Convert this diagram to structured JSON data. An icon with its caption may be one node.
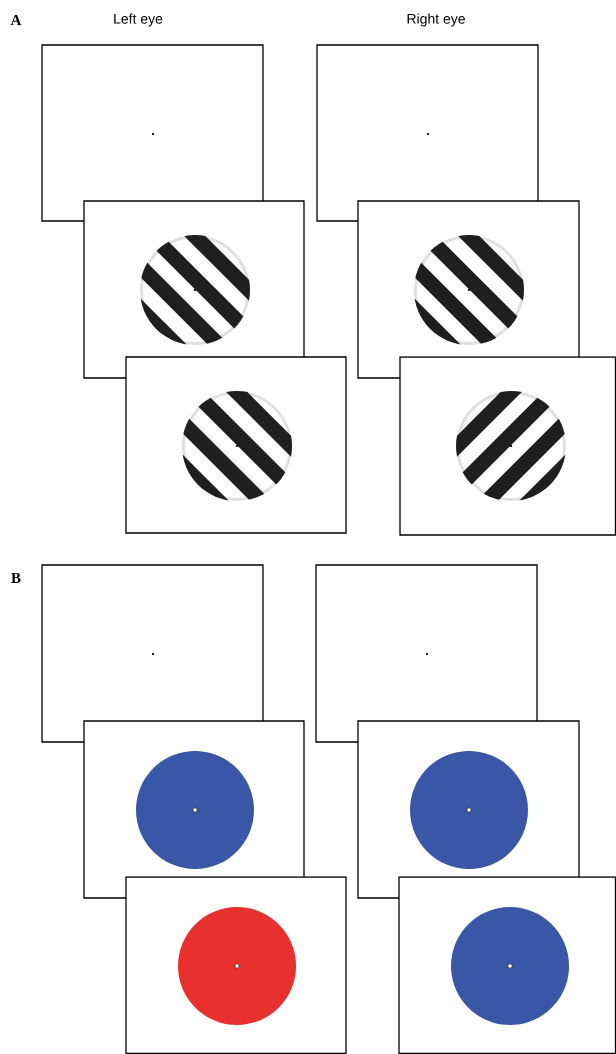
{
  "diagram": {
    "labels": [
      "A",
      "Left eye",
      "Right eye",
      "B"
    ]
  }
}
